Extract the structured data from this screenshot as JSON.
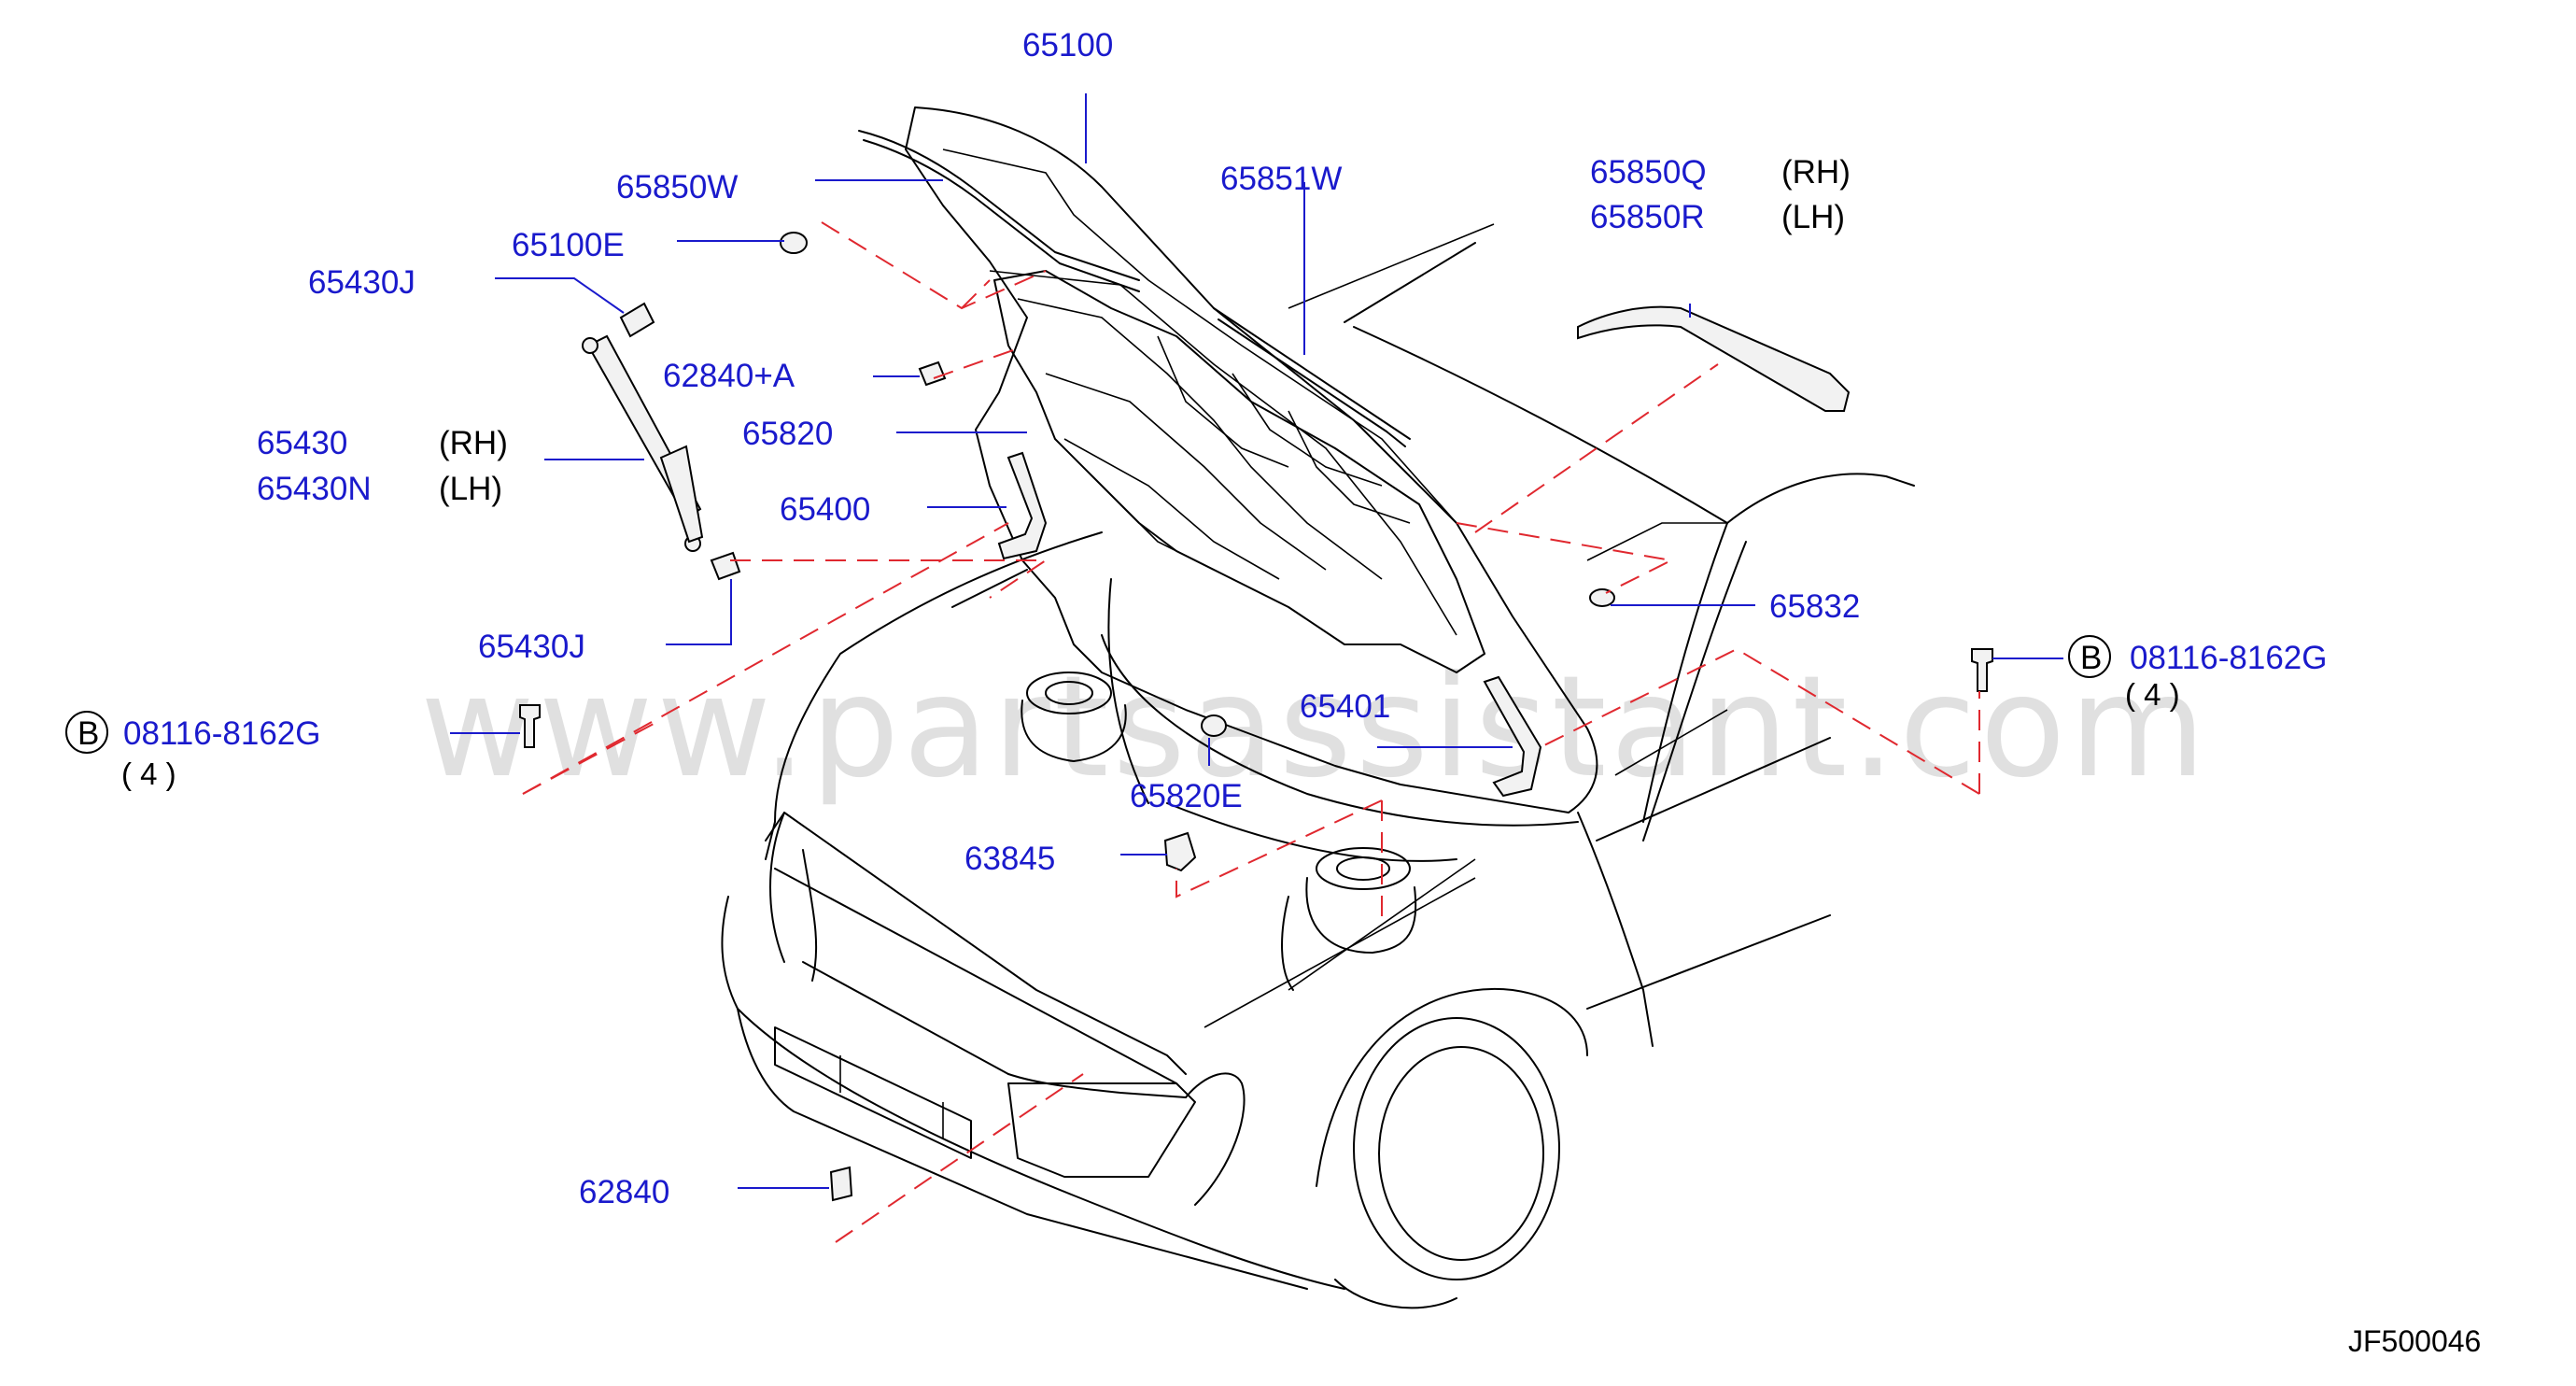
{
  "watermark": "www.partsassistant.com",
  "diagram_code": "JF500046",
  "bolt_symbol": "B",
  "parts": {
    "p65100": "65100",
    "p65850W": "65850W",
    "p65100E": "65100E",
    "p65430J_top": "65430J",
    "p62840A": "62840+A",
    "p65430": "65430",
    "p65430N": "65430N",
    "p65820": "65820",
    "p65400": "65400",
    "p65430J_bottom": "65430J",
    "p65851W": "65851W",
    "p65850Q": "65850Q",
    "p65850R": "65850R",
    "p65832": "65832",
    "p65401": "65401",
    "p65820E": "65820E",
    "p63845": "63845",
    "p62840": "62840",
    "bolt_left": "08116-8162G",
    "bolt_right": "08116-8162G"
  },
  "sides": {
    "rh_1": "(RH)",
    "lh_1": "(LH)",
    "rh_2": "(RH)",
    "lh_2": "(LH)"
  },
  "quantities": {
    "left": "(  4  )",
    "right": "(  4  )"
  }
}
